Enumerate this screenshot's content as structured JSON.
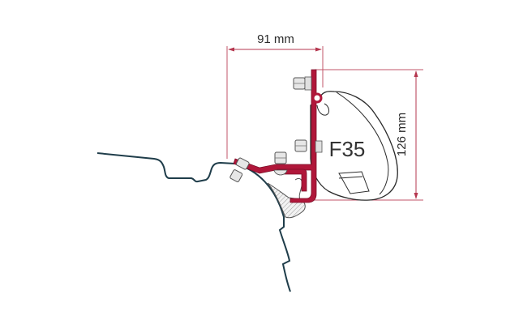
{
  "diagram": {
    "model_label": "F35",
    "dimensions": {
      "width_label": "91 mm",
      "height_label": "126 mm"
    },
    "colors": {
      "bracket": "#b0173a",
      "bracket_dark": "#7a0f28",
      "dimension_lines": "#b5374f",
      "vehicle_outline": "#1f3d4a",
      "awning_outline": "#2b2b2b",
      "bolt": "#e6e6e6"
    }
  }
}
